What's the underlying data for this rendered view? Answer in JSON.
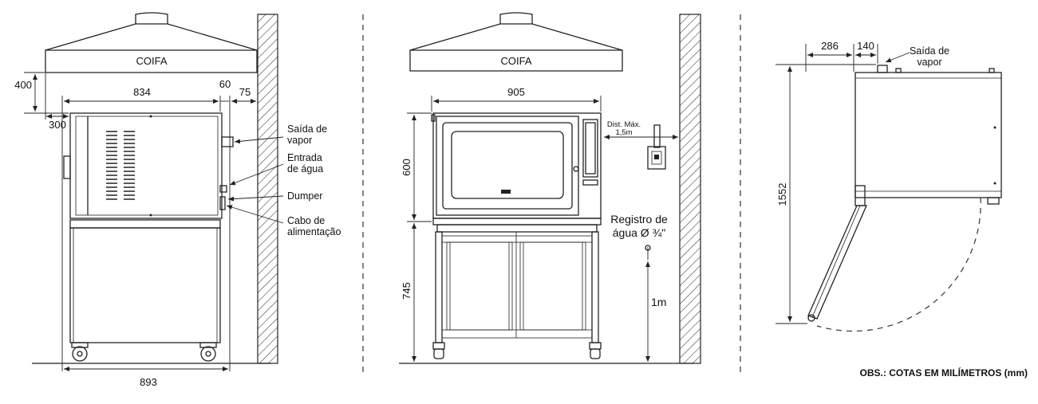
{
  "view1": {
    "hood": "COIFA",
    "d400": "400",
    "d300": "300",
    "d834": "834",
    "d60": "60",
    "d75": "75",
    "d893": "893",
    "steam_exit_1": "Saída de",
    "steam_exit_2": "vapor",
    "water_inlet_1": "Entrada",
    "water_inlet_2": "de água",
    "dumper": "Dumper",
    "power_cable_1": "Cabo de",
    "power_cable_2": "alimentação"
  },
  "view2": {
    "hood": "COIFA",
    "d905": "905",
    "d600": "600",
    "d745": "745",
    "max_dist_1": "Dist. Máx.",
    "max_dist_2": "1,5m",
    "water_valve_1": "Registro de",
    "water_valve_2": "água Ø ¾\"",
    "height_1m": "1m"
  },
  "view3": {
    "d286": "286",
    "d140": "140",
    "d1552": "1552",
    "steam_exit_1": "Saída de",
    "steam_exit_2": "vapor"
  },
  "note": "OBS.: COTAS EM MILÍMETROS (mm)"
}
